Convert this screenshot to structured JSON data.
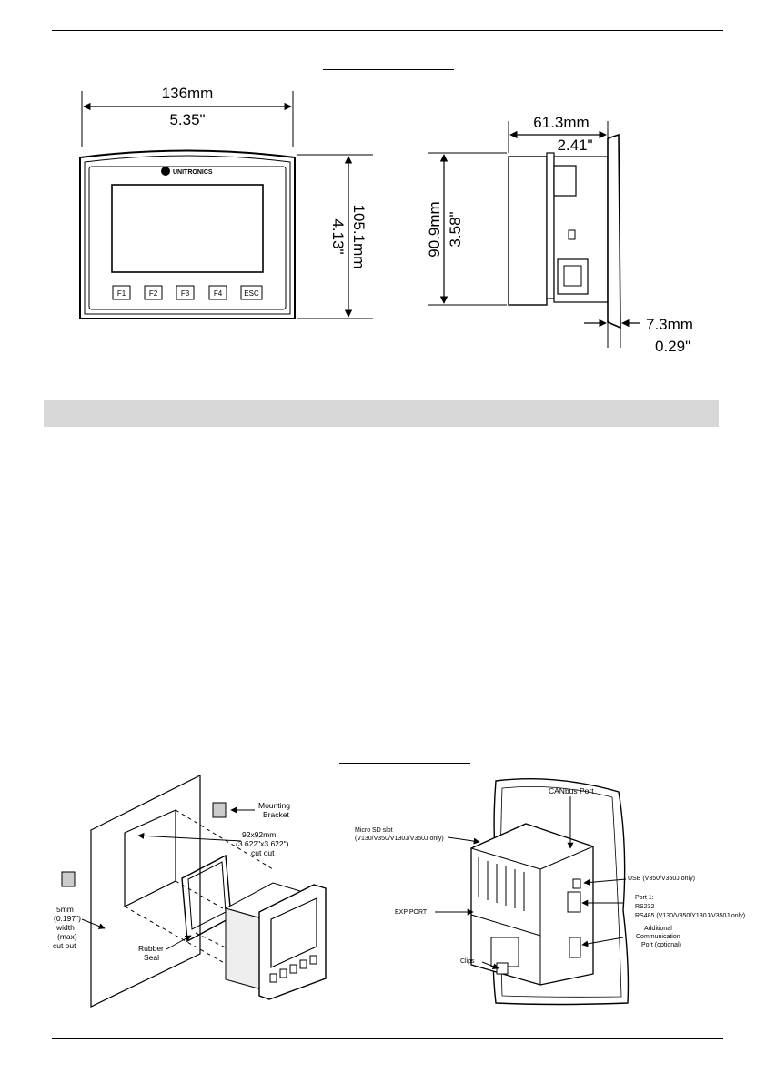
{
  "front_view": {
    "width_mm": "136mm",
    "width_in": "5.35\"",
    "height_mm": "105.1mm",
    "height_in": "4.13\"",
    "brand": "UNITRONICS",
    "keys": [
      "F1",
      "F2",
      "F3",
      "F4",
      "ESC"
    ]
  },
  "side_view": {
    "depth_mm": "61.3mm",
    "depth_in": "2.41\"",
    "height_mm": "90.9mm",
    "height_in": "3.58\"",
    "bezel_mm": "7.3mm",
    "bezel_in": "0.29\""
  },
  "mounting_view": {
    "bracket": [
      "Mounting",
      "Bracket"
    ],
    "cutout": [
      "92x92mm",
      "(3.622\"x3.622\")",
      "cut out"
    ],
    "thickness": [
      "5mm",
      "(0.197\")",
      "width",
      "(max)",
      "cut out"
    ],
    "seal": [
      "Rubber",
      "Seal"
    ]
  },
  "rear_view": {
    "canbus": "CANbus Port",
    "sd_slot": [
      "Micro SD slot",
      "(V130/V350/V130J/V350J only)"
    ],
    "usb": "USB (V350/V350J only)",
    "port1": [
      "Port 1:",
      "RS232",
      "RS485 (V130/V350/Y130J/V350J only)"
    ],
    "exp_port": "EXP PORT",
    "additional": [
      "Additional",
      "Communication",
      "Port (optional)"
    ],
    "clips": "Clips"
  }
}
